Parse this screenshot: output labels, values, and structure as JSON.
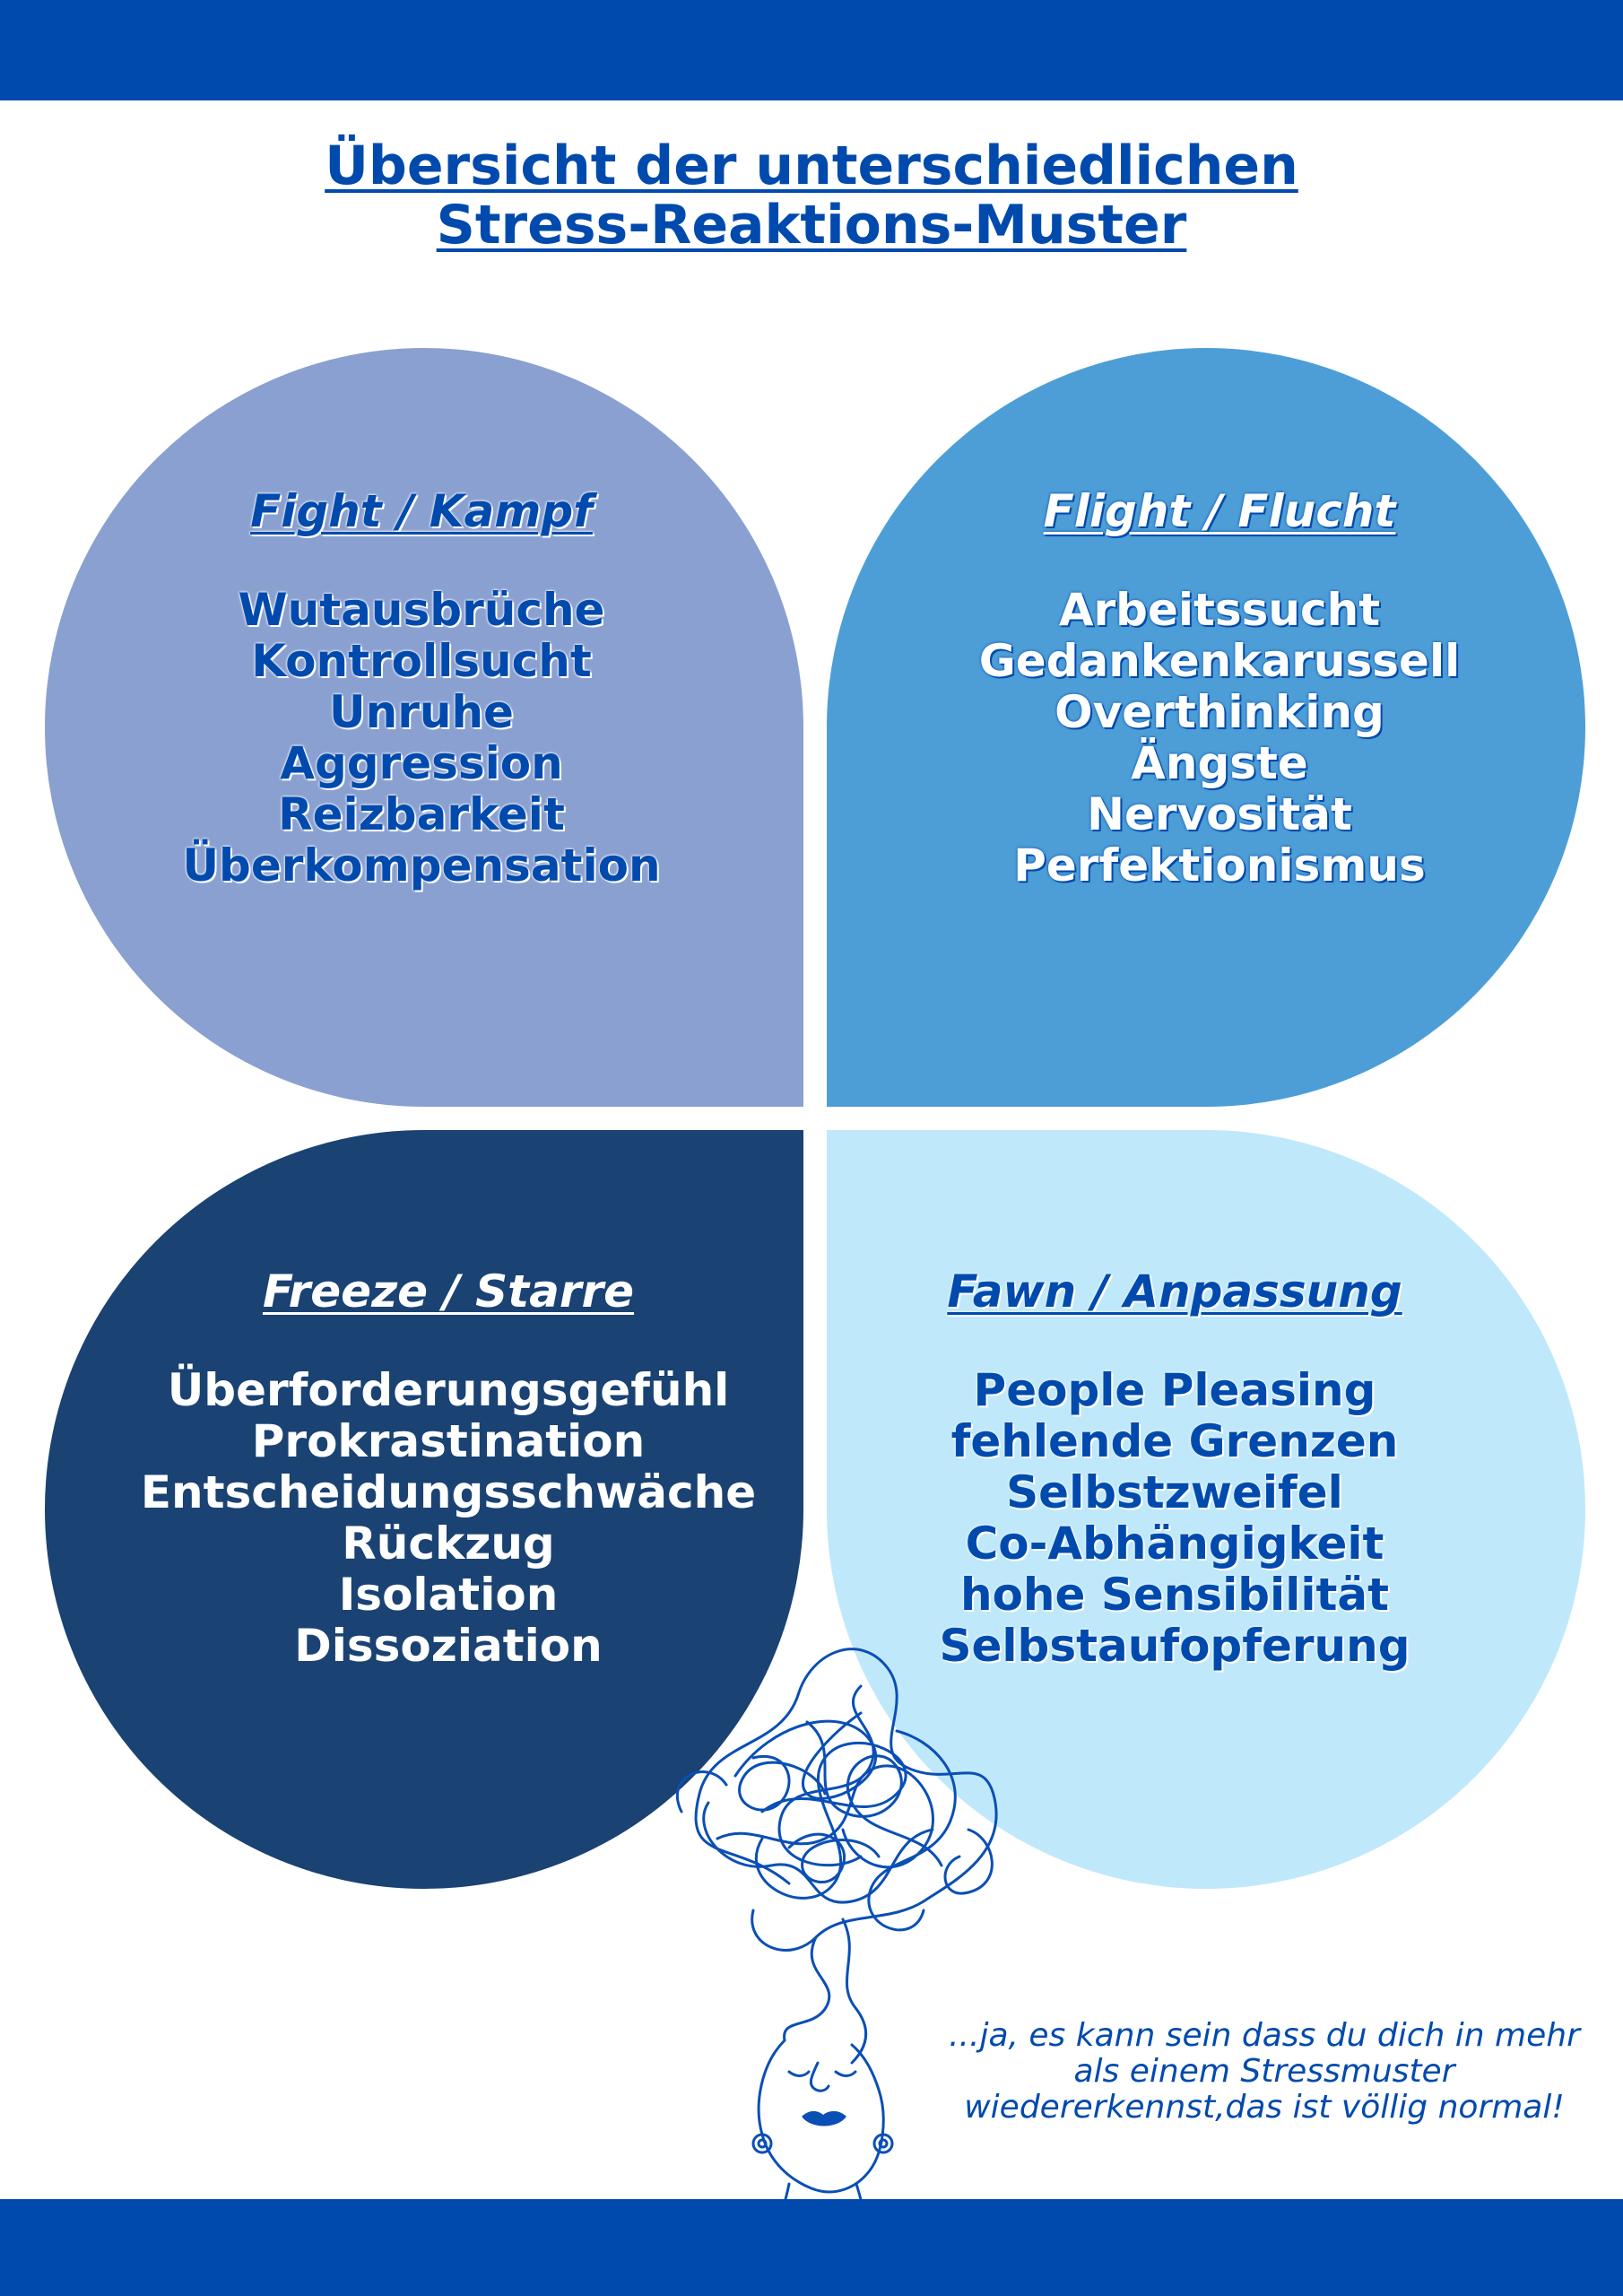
{
  "title": {
    "line1": "Übersicht der unterschiedlichen",
    "line2": "Stress-Reaktions-Muster"
  },
  "patterns": {
    "fight": {
      "heading": "Fight / Kampf",
      "items": [
        "Wutausbrüche",
        "Kontrollsucht",
        "Unruhe",
        "Aggression",
        "Reizbarkeit",
        "Überkompensation"
      ]
    },
    "flight": {
      "heading": "Flight / Flucht",
      "items": [
        "Arbeitssucht",
        "Gedankenkarussell",
        "Overthinking",
        "Ängste",
        "Nervosität",
        "Perfektionismus"
      ]
    },
    "freeze": {
      "heading": "Freeze / Starre",
      "items": [
        "Überforderungsgefühl",
        "Prokrastination",
        "Entscheidungsschwäche",
        "Rückzug",
        "Isolation",
        "Dissoziation"
      ]
    },
    "fawn": {
      "heading": "Fawn / Anpassung",
      "items": [
        "People Pleasing",
        "fehlende Grenzen",
        "Selbstzweifel",
        "Co-Abhängigkeit",
        "hohe Sensibilität",
        "Selbstaufopferung"
      ]
    }
  },
  "note": {
    "line1": "...ja, es kann sein dass du dich in mehr",
    "line2": "als einem Stressmuster",
    "line3": "wiedererkennst,das ist völlig normal!"
  },
  "colors": {
    "brand_blue": "#004aad",
    "fight": "#8aa0d0",
    "flight": "#4d9ed6",
    "freeze": "#1a4273",
    "fawn": "#c0e8fb"
  },
  "icons": {
    "illustration": "tangled-thoughts-head-icon"
  }
}
